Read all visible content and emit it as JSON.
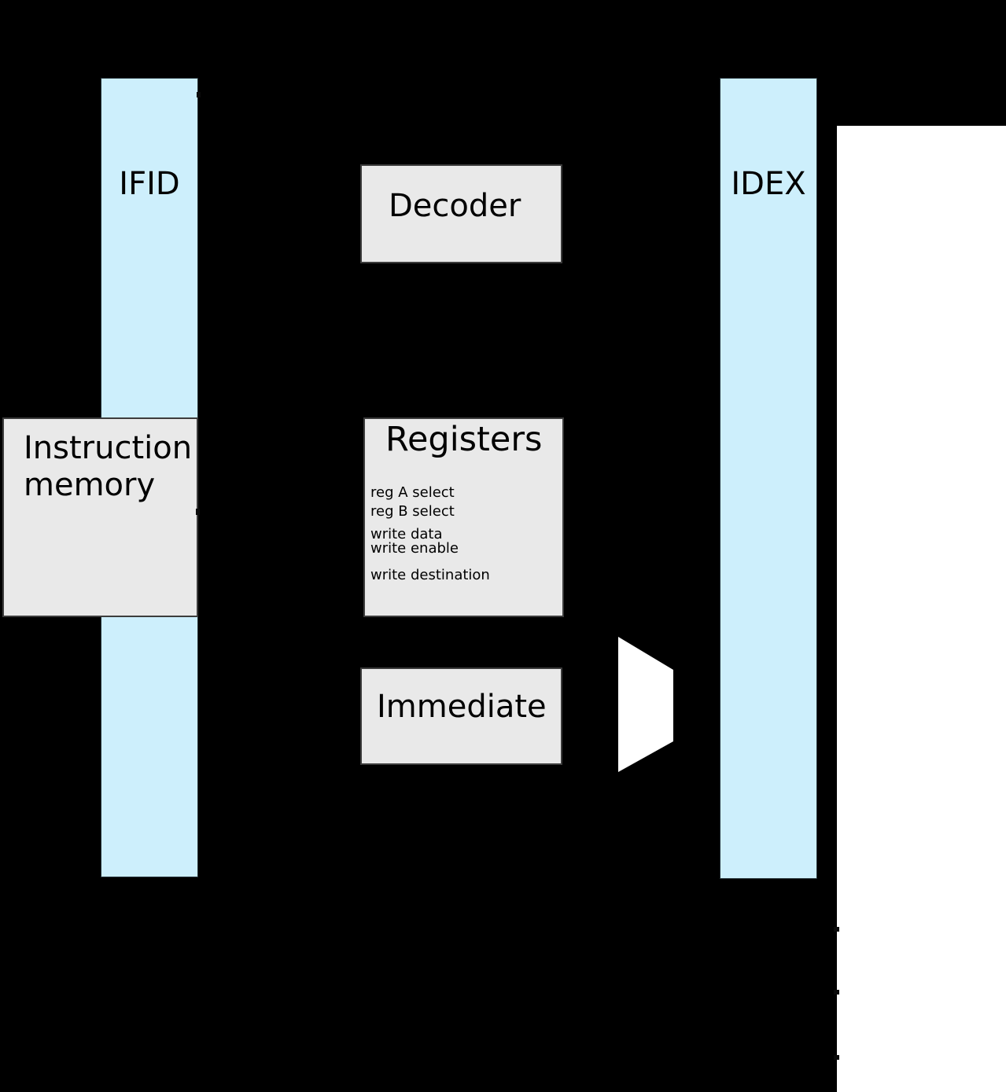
{
  "colors": {
    "background": "#000000",
    "pipeline_register_fill": "#cdeffc",
    "block_fill": "#e9e9e9",
    "canvas_white": "#ffffff",
    "text": "#000000"
  },
  "pipeline_registers": {
    "ifid": {
      "label": "IFID"
    },
    "idex": {
      "label": "IDEX"
    }
  },
  "blocks": {
    "decoder": {
      "label": "Decoder"
    },
    "instruction_memory": {
      "label": "Instruction memory"
    },
    "registers": {
      "title": "Registers",
      "ports": [
        "reg A select",
        "reg B select",
        "write data",
        "write enable",
        "write destination"
      ]
    },
    "immediate": {
      "label": "Immediate"
    }
  }
}
